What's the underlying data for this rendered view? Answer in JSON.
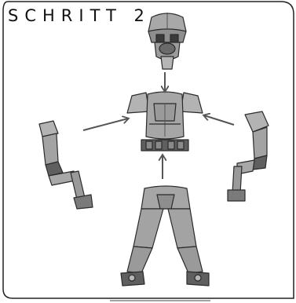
{
  "step": {
    "title": "SCHRITT 2"
  },
  "colors": {
    "frame": "#222222",
    "armor_light": "#b9b9b9",
    "armor_mid": "#9a9a9a",
    "armor_dark": "#5f5f5f",
    "outline": "#2b2b2b",
    "arrow": "#555555"
  },
  "parts": {
    "head": "helmet-head",
    "torso": "torso-with-belt",
    "left_arm": "left-arm",
    "right_arm": "right-arm",
    "legs": "legs"
  }
}
